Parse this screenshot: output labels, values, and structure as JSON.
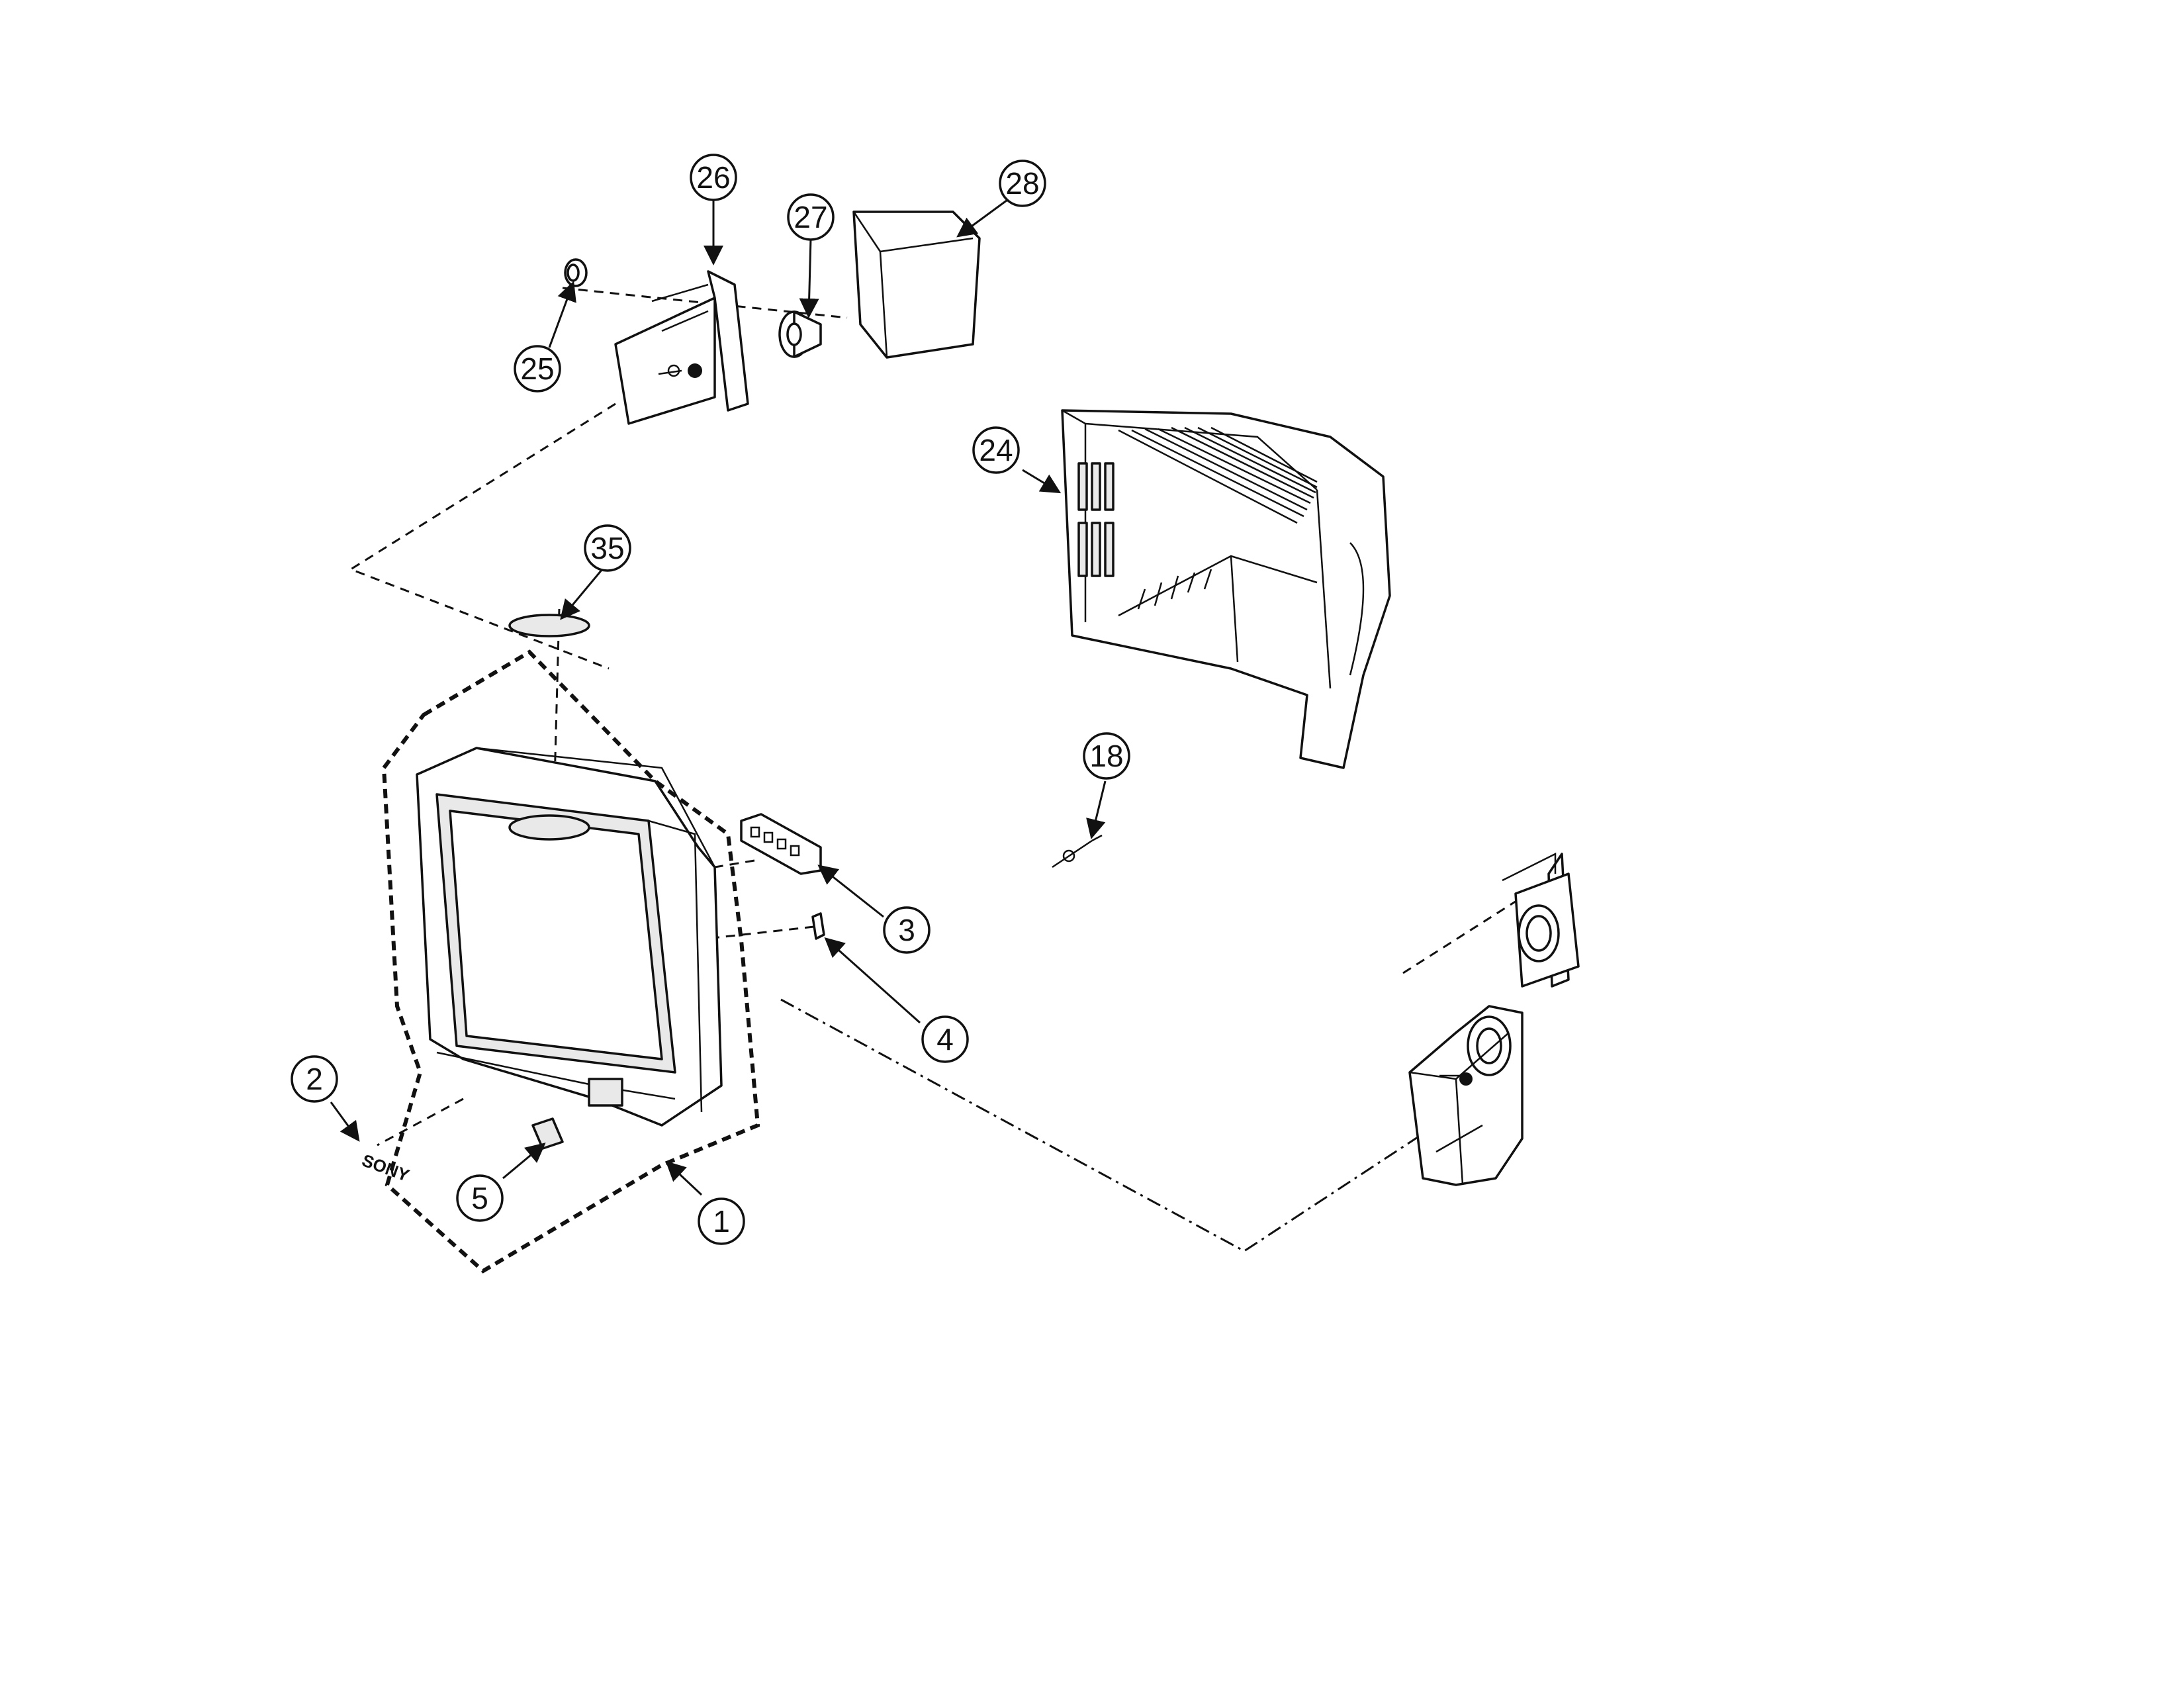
{
  "diagram": {
    "callouts": [
      {
        "label": "26"
      },
      {
        "label": "27"
      },
      {
        "label": "28"
      },
      {
        "label": "25"
      },
      {
        "label": "24"
      },
      {
        "label": "35"
      },
      {
        "label": "18"
      },
      {
        "label": "3"
      },
      {
        "label": "4"
      },
      {
        "label": "2"
      },
      {
        "label": "5"
      },
      {
        "label": "1"
      }
    ],
    "badge_text": "SONY"
  }
}
